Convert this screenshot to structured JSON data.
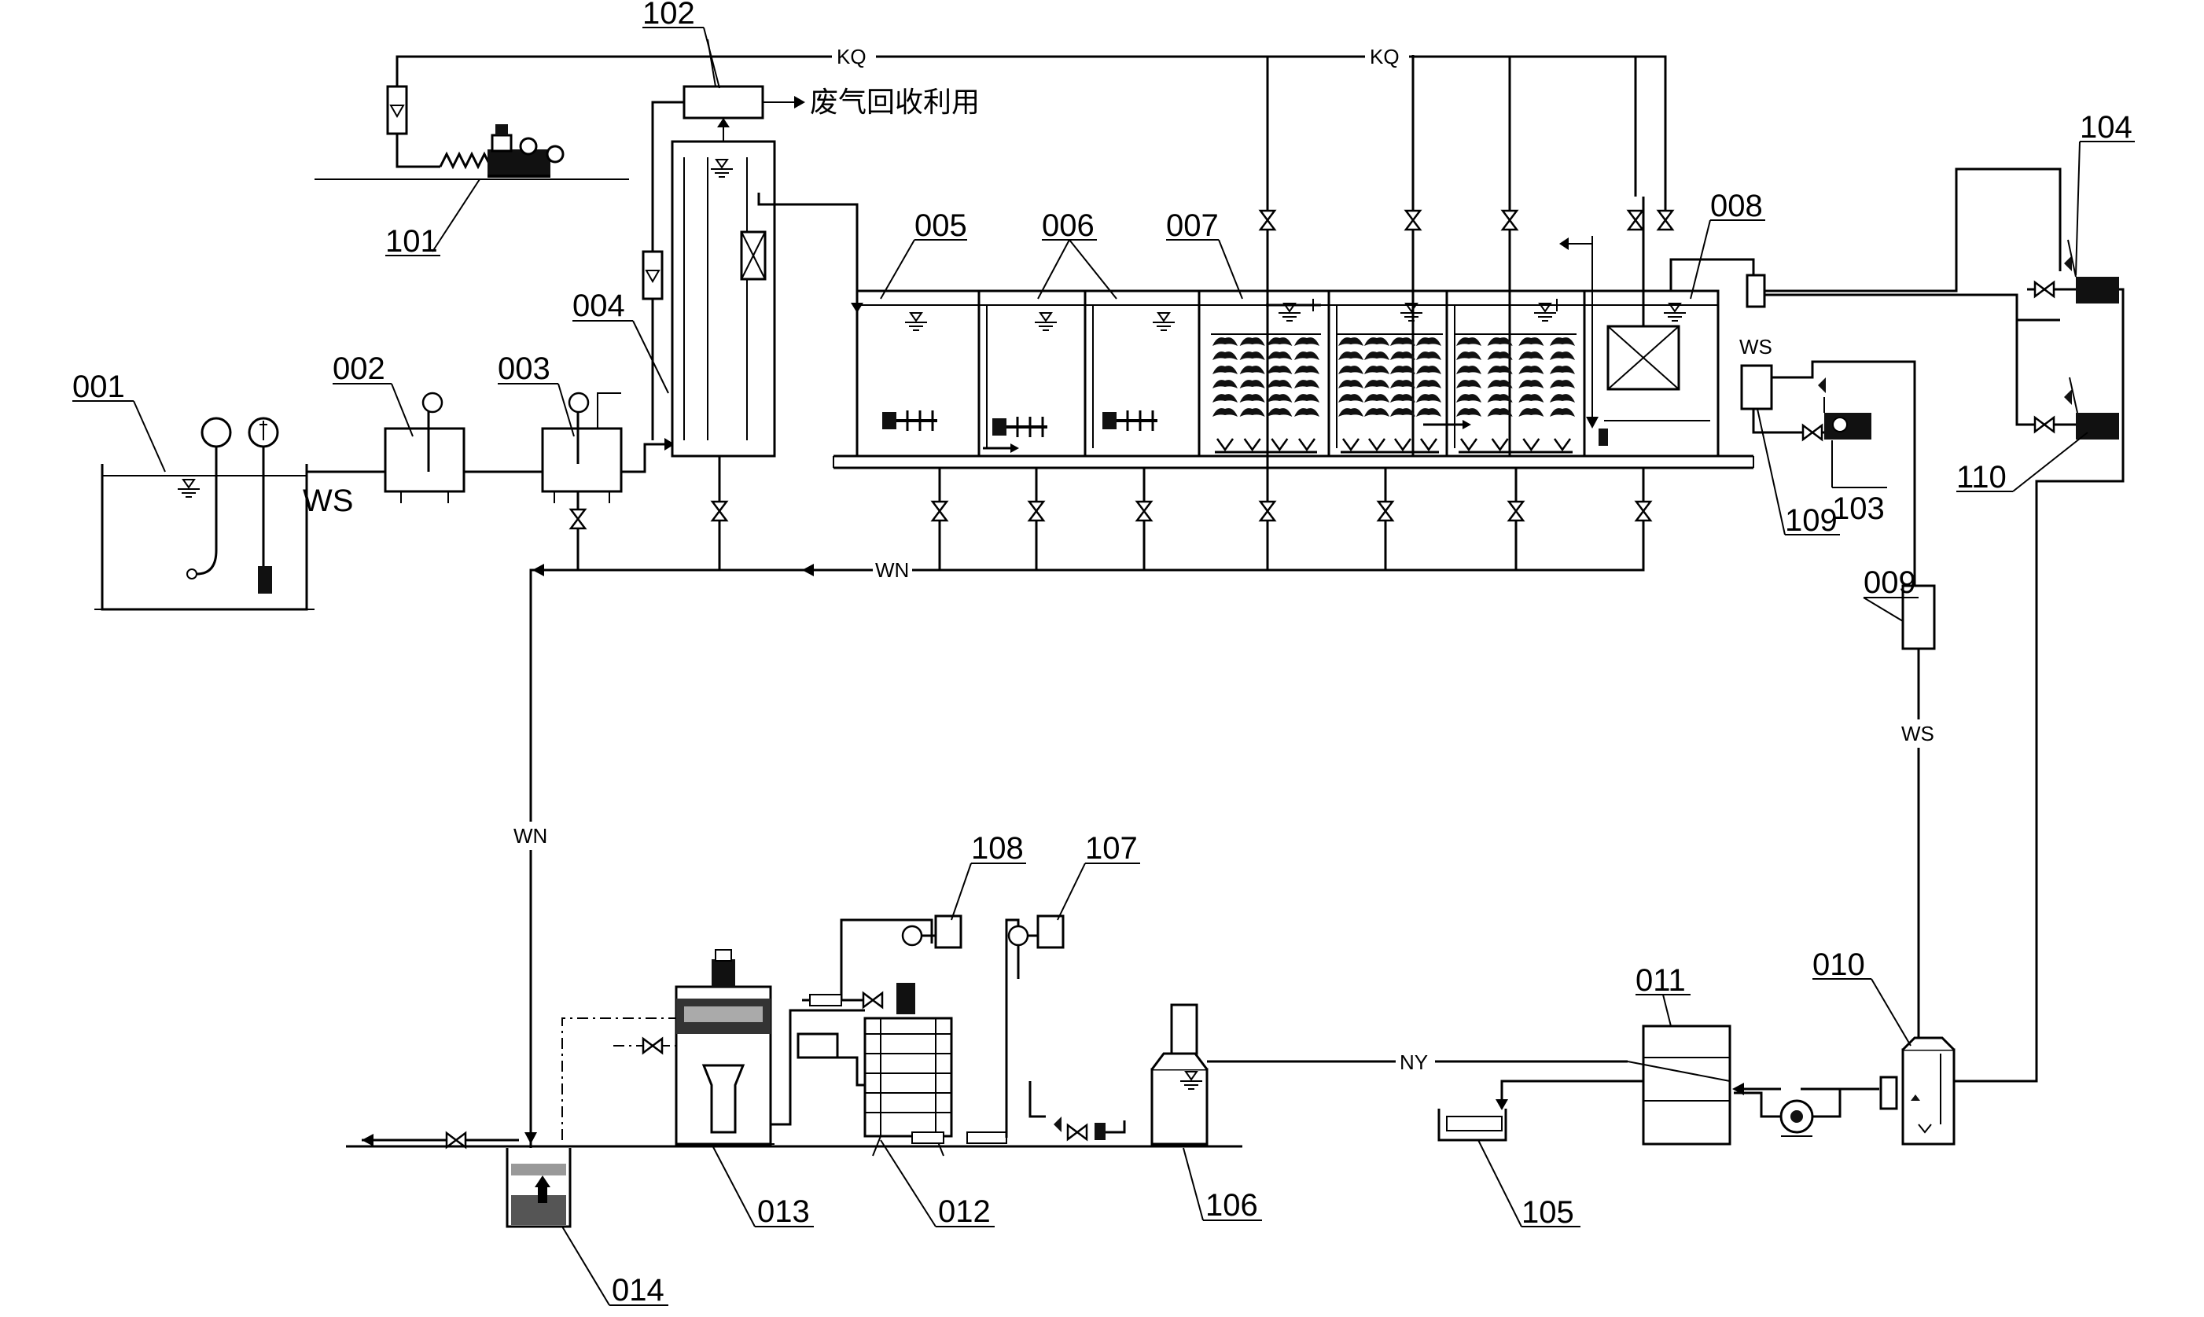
{
  "labels": {
    "u001": "001",
    "u002": "002",
    "u003": "003",
    "u004": "004",
    "u005": "005",
    "u006": "006",
    "u007": "007",
    "u008": "008",
    "u009": "009",
    "u010": "010",
    "u011": "011",
    "u012": "012",
    "u013": "013",
    "u014": "014",
    "u101": "101",
    "u102": "102",
    "u103": "103",
    "u104": "104",
    "u105": "105",
    "u106": "106",
    "u107": "107",
    "u108": "108",
    "u109": "109",
    "u110": "110"
  },
  "pipes": {
    "kq_left": "KQ",
    "kq_right": "KQ",
    "ws_main": "WS",
    "ws_109": "WS",
    "ws_down": "WS",
    "wn_header": "WN",
    "wn_vertical": "WN",
    "ny": "NY"
  },
  "notes": {
    "gas_reuse": "废气回收利用"
  },
  "symbols": {
    "valve": "gate-valve-icon",
    "pump": "pump-icon",
    "blower": "blower-icon",
    "flowmeter": "rotameter-icon",
    "stirrer": "stirrer-icon",
    "gauge": "gauge-icon"
  }
}
